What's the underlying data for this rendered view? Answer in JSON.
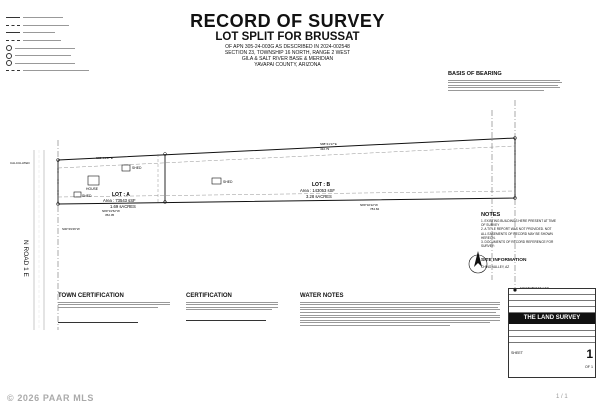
{
  "header": {
    "title": "RECORD OF SURVEY",
    "subtitle": "LOT SPLIT FOR BRUSSAT",
    "description_lines": [
      "OF APN 305-24-003G AS DESCRIBED IN 2024-002548",
      "SECTION 23, TOWNSHIP 16 NORTH, RANGE 2 WEST",
      "GILA & SALT RIVER BASE & MERIDIAN",
      "YAVAPAI COUNTY, ARIZONA"
    ]
  },
  "plat": {
    "road_label": "N ROAD 1 E",
    "lot_a": {
      "name": "LOT : A",
      "area_sf": "Area : 73543 sSF",
      "area_ac": "1.69 sACRES"
    },
    "lot_b": {
      "name": "LOT : B",
      "area_sf": "Area : 143053 sSF",
      "area_ac": "3.28 sACRES"
    },
    "north_bearing": "S88°41'47\"E",
    "north_bearing_2": "S88°41'17\"E",
    "south_bearing": "N89°32'22\"W",
    "south_bearing_2": "N89°31'52\"W",
    "west_bearing": "S00°29'26\"W",
    "distance_1": "784.84",
    "distance_2": "352.05",
    "distance_3": "432.79",
    "structures": [
      "HOUSE",
      "SHED",
      "SHED",
      "SHED"
    ],
    "calculated_label": "CALCULATED",
    "monument_label": "FOUND BRASS CAP"
  },
  "basis_of_bearing": {
    "heading": "BASIS OF BEARING"
  },
  "notes": {
    "heading": "NOTES",
    "items": [
      "1. EXISTING BUILDINGS HERE PRESENT AT TIME OF SURVEY",
      "2. A TITLE REPORT WAS NOT PROVIDED. NOT ALL EASEMENTS OF RECORD MAY BE SHOWN HEREON.",
      "3. DOCUMENTS OF RECORD REFERENCE FOR SURVEY:"
    ]
  },
  "site_info": {
    "heading": "SITE INFORMATION",
    "line": "CHINO VALLEY, AZ"
  },
  "town_certification": {
    "heading": "TOWN CERTIFICATION"
  },
  "certification": {
    "heading": "CERTIFICATION"
  },
  "water_notes": {
    "heading": "WATER NOTES"
  },
  "title_block": {
    "company": "THE LAND SURVEY",
    "sheet_number": "1",
    "sheet_label": "SHEET",
    "of_label": "OF 1"
  },
  "watermark": "© 2026 PAAR MLS",
  "pager": "1 / 1",
  "colors": {
    "ink": "#111111",
    "road": "#bbbbbb",
    "mono": "#333333"
  },
  "icons": {
    "north_arrow": "north-arrow-icon",
    "corner": "corner-monument-icon"
  }
}
